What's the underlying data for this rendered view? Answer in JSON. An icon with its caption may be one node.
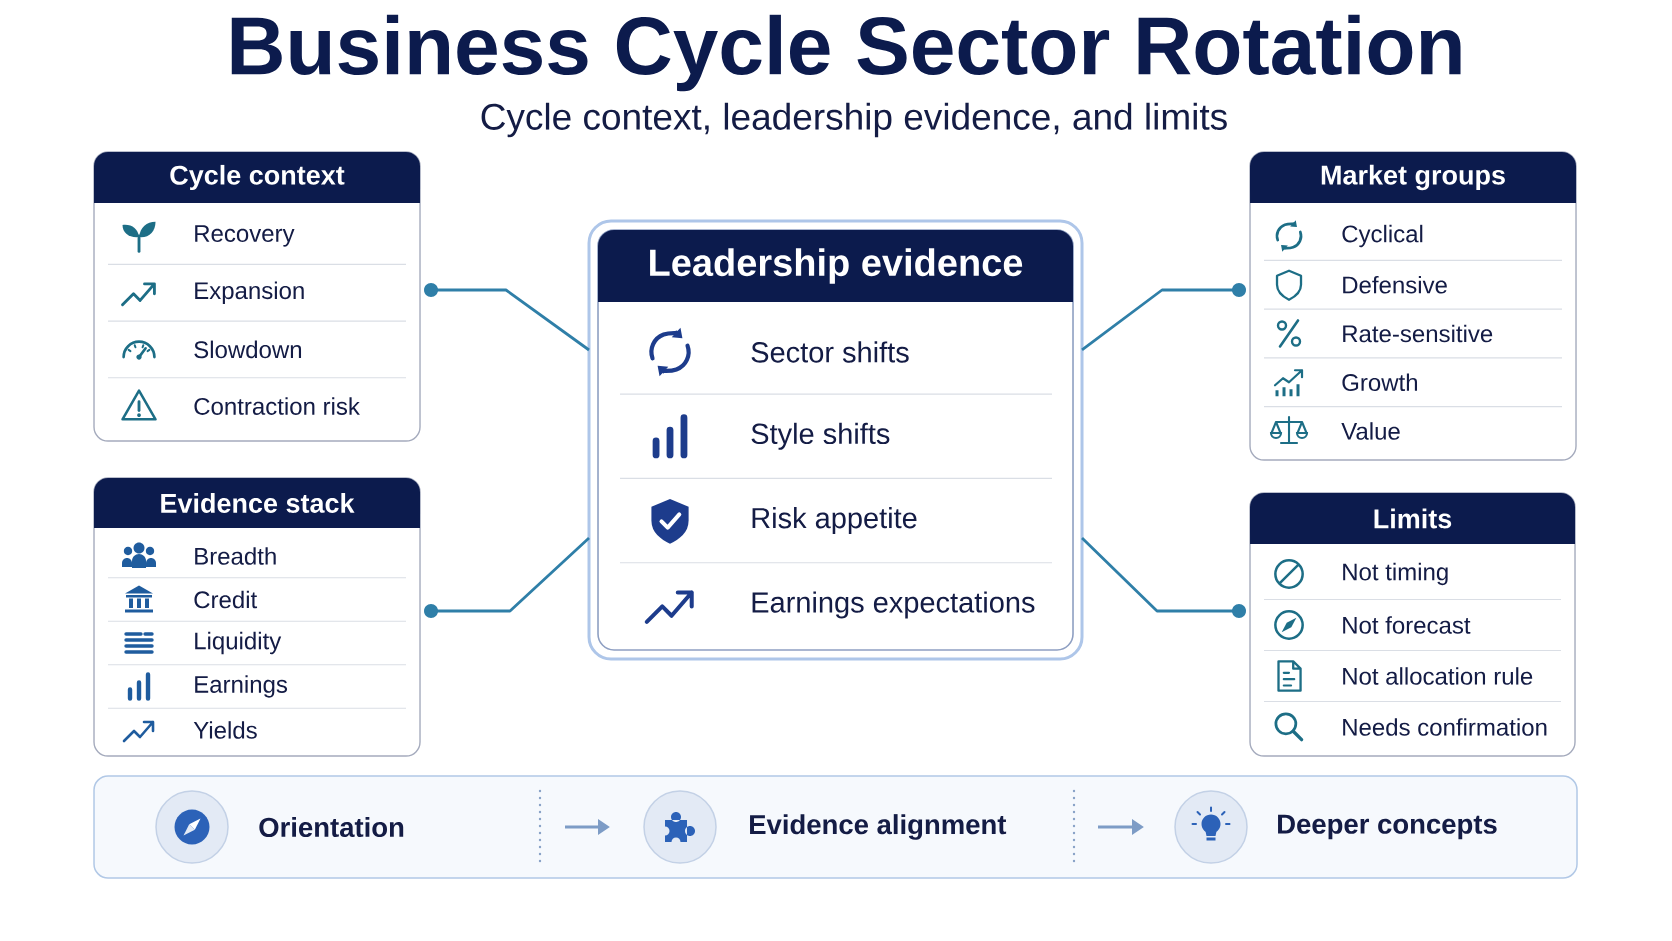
{
  "diagram": {
    "title": "Business Cycle Sector Rotation",
    "nodes": [
      {
        "text": [
          "Cycle context",
          "Recovery",
          "Expansion",
          "Slowdown",
          "Contraction risk"
        ]
      },
      {
        "text": [
          "Evidence stack",
          "Breadth",
          "Credit",
          "Liquidity",
          "Earnings",
          "Yields"
        ]
      },
      {
        "text": [
          "Leadership evidence",
          "Sector shifts",
          "Style shifts",
          "Risk appetite",
          "Earnings expectations"
        ]
      },
      {
        "text": [
          "Market groups",
          "Cyclical",
          "Defensive",
          "Rate-sensitive",
          "Growth",
          "Value"
        ]
      },
      {
        "text": [
          "Limits",
          "Not timing",
          "Not forecast",
          "Not allocation rule",
          "Needs confirmation"
        ]
      },
      {
        "text": [],
        "shape": "box"
      },
      {
        "text": [
          "Orientation"
        ],
        "in": 5
      },
      {
        "text": [
          "Evidence alignment"
        ],
        "in": 5
      },
      {
        "text": [
          "Deeper concepts"
        ],
        "in": 5
      }
    ],
    "edges": [
      {
        "from": 0,
        "to": 2,
        "arrow": "other"
      },
      {
        "from": 1,
        "to": 2,
        "arrow": "other"
      },
      {
        "from": 3,
        "to": 2,
        "arrow": "other"
      },
      {
        "from": 4,
        "to": 2,
        "arrow": "other"
      },
      {
        "from": 6,
        "to": 7,
        "arrow": "to",
        "color": "#7d9cc6"
      },
      {
        "from": 7,
        "to": 8,
        "arrow": "to",
        "color": "#7d9cc6"
      }
    ],
    "labels": [
      "Cycle context, leadership evidence, and limits"
    ]
  }
}
